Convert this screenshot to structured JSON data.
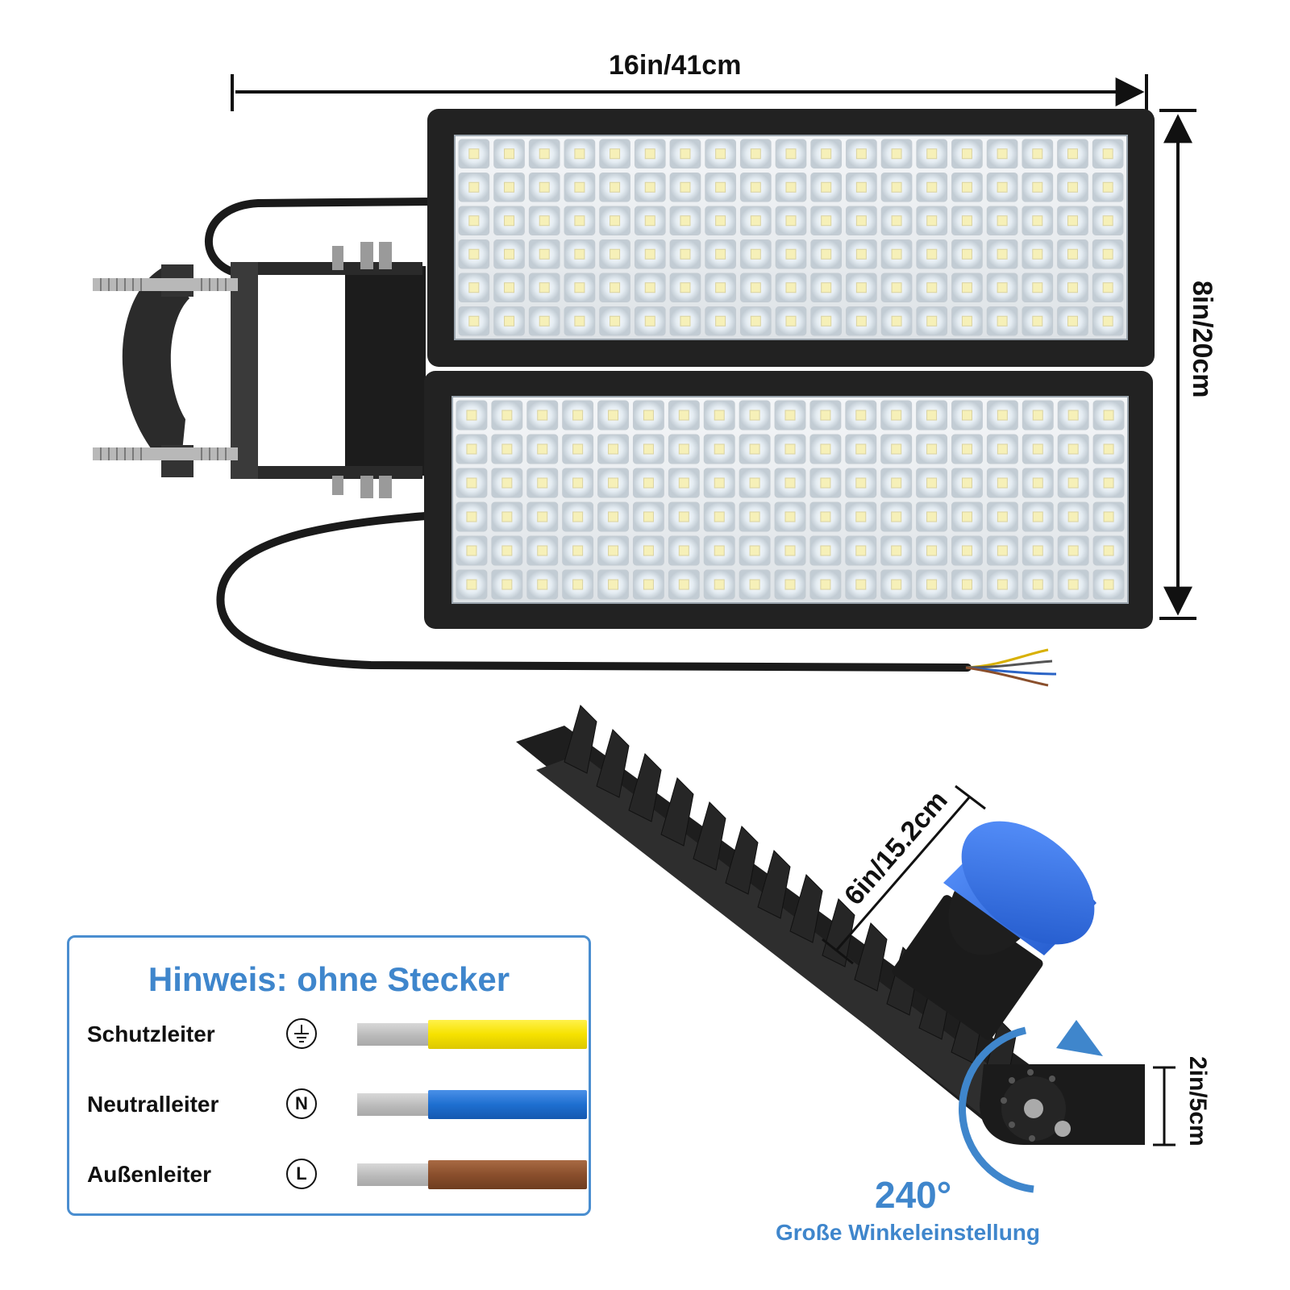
{
  "dimensions": {
    "width_label": "16in/41cm",
    "height_label": "8in/20cm",
    "sensor_label": "6in/15.2cm",
    "bracket_label": "2in/5cm"
  },
  "rotation": {
    "angle_label": "240°",
    "caption": "Große Winkeleinstellung"
  },
  "notice": {
    "title": "Hinweis: ohne Stecker",
    "rows": [
      {
        "label": "Schutzleiter",
        "symbol": "",
        "symbol_icon": "ground-icon",
        "color": "#f6e200"
      },
      {
        "label": "Neutralleiter",
        "symbol": "N",
        "symbol_icon": "neutral-icon",
        "color": "#1e6fd0"
      },
      {
        "label": "Außenleiter",
        "symbol": "L",
        "symbol_icon": "live-icon",
        "color": "#8a4f2c"
      }
    ]
  },
  "colors": {
    "accent": "#3f86cc",
    "housing": "#222222",
    "sensor": "#2f6fe0"
  }
}
